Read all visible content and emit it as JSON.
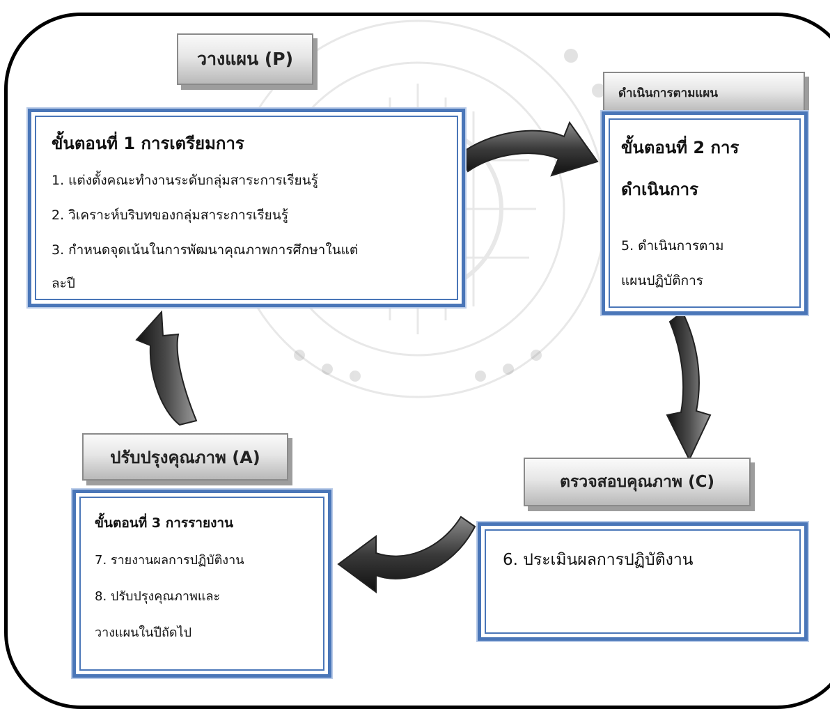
{
  "phases": {
    "plan": "วางแผน (P)",
    "do": "ดำเนินการตามแผน",
    "check": "ตรวจสอบคุณภาพ (C)",
    "act": "ปรับปรุงคุณภาพ (A)"
  },
  "step1": {
    "title": "ขั้นตอนที่ 1 การเตรียมการ",
    "items": [
      "1. แต่งตั้งคณะทำงานระดับกลุ่มสาระการเรียนรู้",
      "2. วิเคราะห์บริบทของกลุ่มสาระการเรียนรู้",
      "3. กำหนดจุดเน้นในการพัฒนาคุณภาพการศึกษาในแต่",
      "ละปี"
    ]
  },
  "step2": {
    "title_line1": "ขั้นตอนที่ 2 การ",
    "title_line2": "ดำเนินการ",
    "items": [
      "5. ดำเนินการตาม",
      "แผนปฏิบัติการ"
    ]
  },
  "step3": {
    "title": "ขั้นตอนที่ 3 การรายงาน",
    "items": [
      "7. รายงานผลการปฏิบัติงาน",
      "8. ปรับปรุงคุณภาพและ",
      "วางแผนในปีถัดไป"
    ]
  },
  "check_box": {
    "items": [
      "6. ประเมินผลการปฏิบัติงาน"
    ]
  },
  "icons": {
    "arrow1": "curved-arrow-right-icon",
    "arrow2": "curved-arrow-down-icon",
    "arrow3": "curved-arrow-left-icon",
    "arrow4": "curved-arrow-up-icon"
  },
  "colors": {
    "step_border": "#4a76b8",
    "phase_fill": "#c8c8c8",
    "arrow": "#3a3a3a",
    "frame": "#000000"
  }
}
